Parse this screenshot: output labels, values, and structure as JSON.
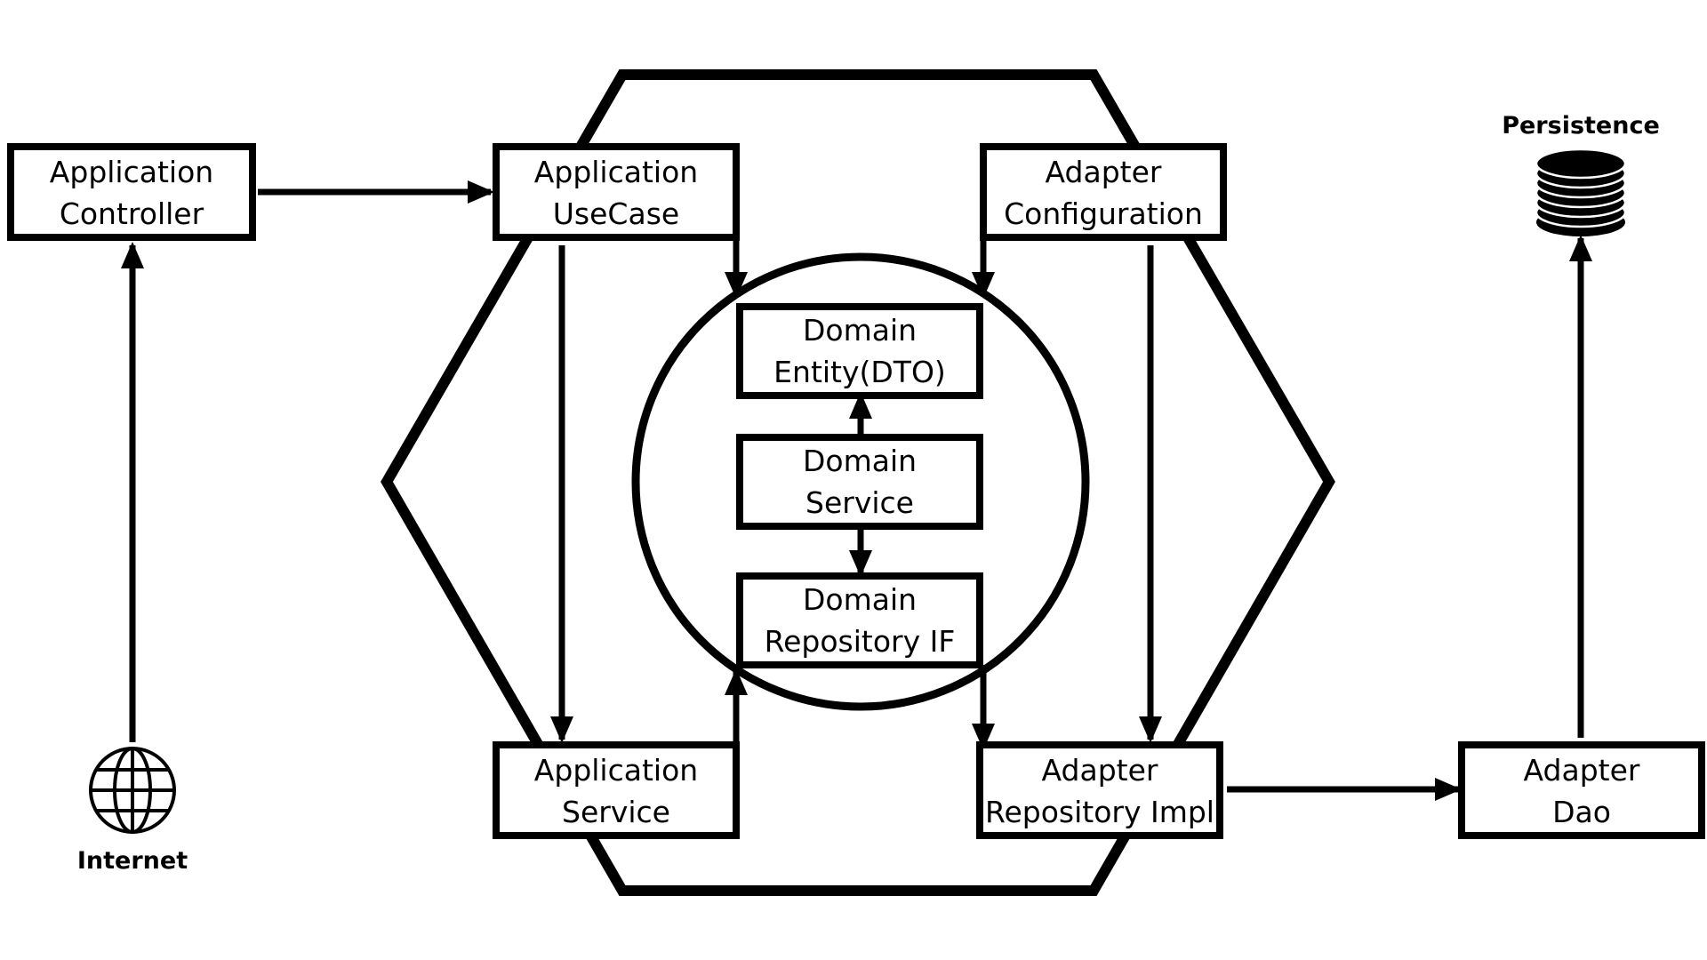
{
  "colors": {
    "line": "#000000",
    "background": "#ffffff"
  },
  "boxes": {
    "app_controller": {
      "line1": "Application",
      "line2": "Controller"
    },
    "app_usecase": {
      "line1": "Application",
      "line2": "UseCase"
    },
    "adapter_configuration": {
      "line1": "Adapter",
      "line2": "Configuration"
    },
    "domain_entity": {
      "line1": "Domain",
      "line2": "Entity(DTO)"
    },
    "domain_service": {
      "line1": "Domain",
      "line2": "Service"
    },
    "domain_repository_if": {
      "line1": "Domain",
      "line2": "Repository IF"
    },
    "app_service": {
      "line1": "Application",
      "line2": "Service"
    },
    "adapter_repository_impl": {
      "line1": "Adapter",
      "line2": "Repository Impl"
    },
    "adapter_dao": {
      "line1": "Adapter",
      "line2": "Dao"
    }
  },
  "labels": {
    "internet": "Internet",
    "persistence": "Persistence"
  },
  "icons": {
    "internet": "globe-icon",
    "persistence": "database-icon"
  }
}
